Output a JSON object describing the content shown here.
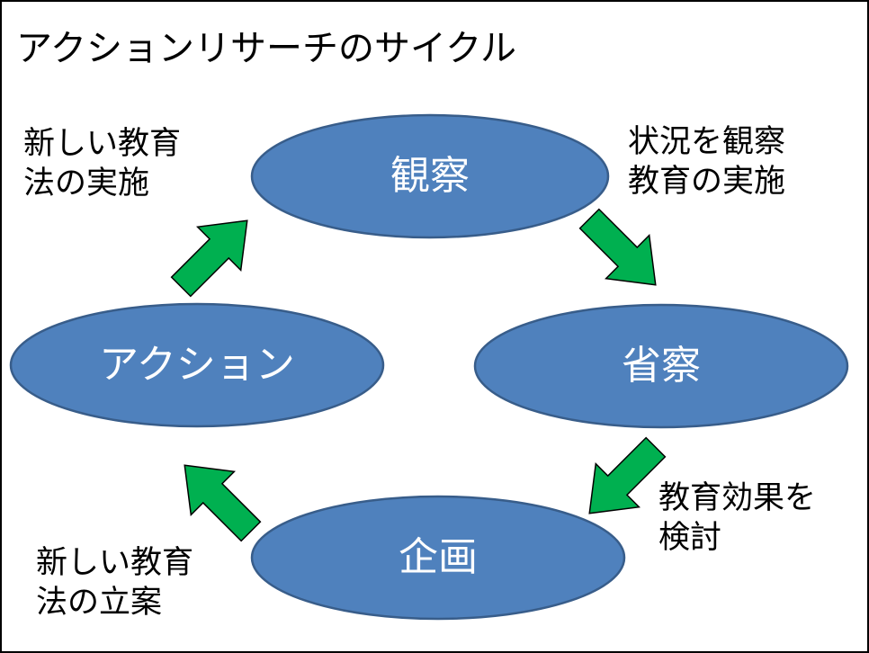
{
  "title": "アクションリサーチのサイクル",
  "colors": {
    "node_fill": "#4f81bd",
    "node_stroke": "#385d8a",
    "arrow_fill": "#00b050",
    "arrow_stroke": "#000000"
  },
  "nodes": {
    "observe": "観察",
    "reflect": "省察",
    "plan": "企画",
    "action": "アクション"
  },
  "notes": {
    "top_left": [
      "新しい教育",
      "法の実施"
    ],
    "top_right": [
      "状況を観察",
      "教育の実施"
    ],
    "bottom_right": [
      "教育効果を",
      "検討"
    ],
    "bottom_left": [
      "新しい教育",
      "法の立案"
    ]
  }
}
